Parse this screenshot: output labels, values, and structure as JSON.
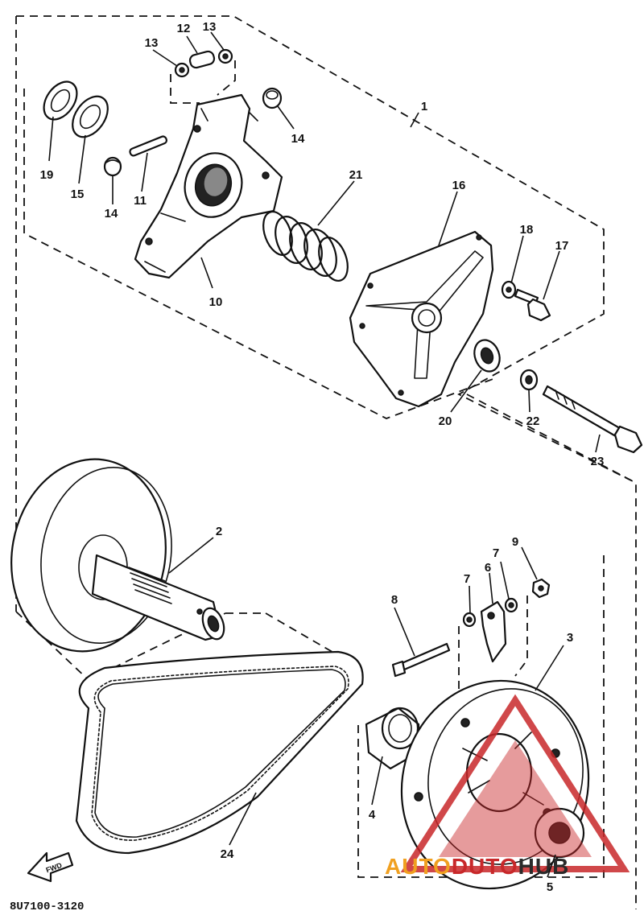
{
  "callouts": {
    "p1": "1",
    "p2": "2",
    "p3": "3",
    "p4": "4",
    "p5": "5",
    "p6": "6",
    "p7a": "7",
    "p7b": "7",
    "p8": "8",
    "p9": "9",
    "p10": "10",
    "p11": "11",
    "p12": "12",
    "p13a": "13",
    "p13b": "13",
    "p14a": "14",
    "p14b": "14",
    "p15": "15",
    "p16": "16",
    "p17": "17",
    "p18": "18",
    "p19": "19",
    "p20": "20",
    "p21": "21",
    "p22": "22",
    "p23": "23",
    "p24": "24"
  },
  "direction_arrow": "FWD",
  "drawing_code": "8U7100-3120",
  "watermark": {
    "text_part1": "AUTO",
    "text_part2": "DUTO",
    "text_part3": "HUB",
    "color_red": "#c8282a",
    "color_orange": "#f0a020",
    "color_dark": "#2a2a2a"
  }
}
